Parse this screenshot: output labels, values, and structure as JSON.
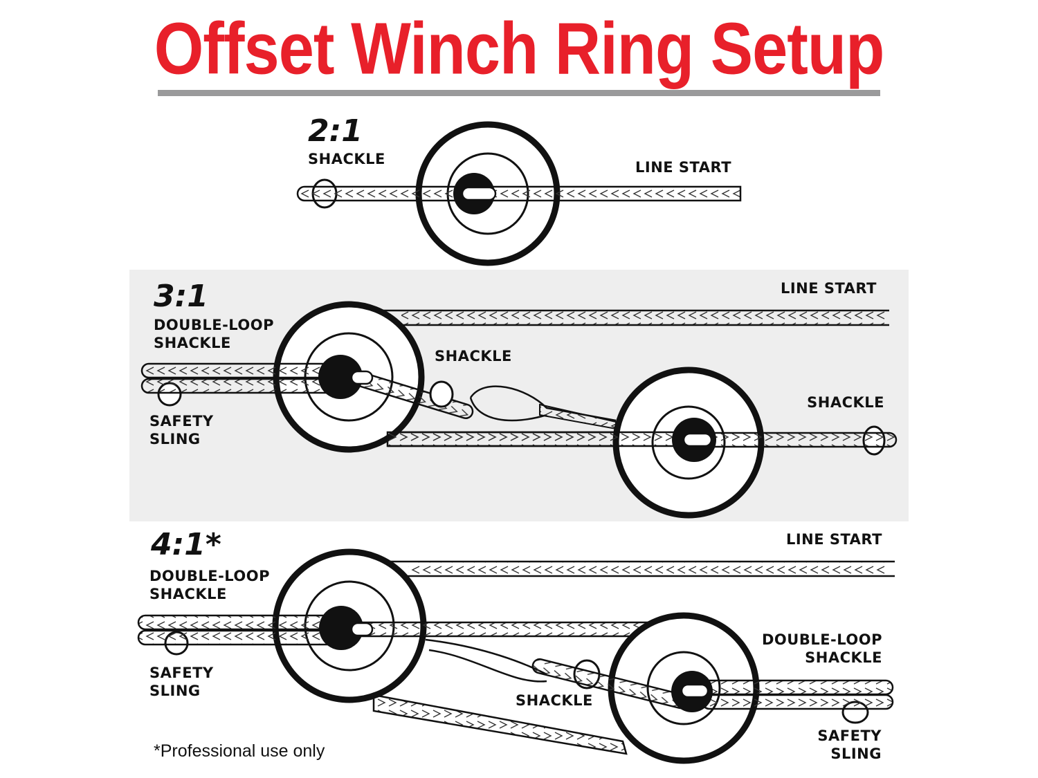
{
  "title": "Offset Winch Ring Setup",
  "colors": {
    "title": "#e8202a",
    "rule": "#9a9a9b",
    "panel": "#eeeeee",
    "ink": "#111111"
  },
  "sections": {
    "s21": {
      "ratio": "2:1",
      "shackle": "SHACKLE",
      "line_start": "LINE START"
    },
    "s31": {
      "ratio": "3:1",
      "line_start": "LINE START",
      "double_loop": "DOUBLE-LOOP\nSHACKLE",
      "shackle_mid": "SHACKLE",
      "shackle_right": "SHACKLE",
      "safety_sling": "SAFETY\nSLING"
    },
    "s41": {
      "ratio": "4:1*",
      "line_start": "LINE START",
      "double_loop_left": "DOUBLE-LOOP\nSHACKLE",
      "double_loop_right": "DOUBLE-LOOP\nSHACKLE",
      "safety_sling_left": "SAFETY\nSLING",
      "shackle": "SHACKLE",
      "safety_sling_right": "SAFETY\nSLING"
    }
  },
  "footnote": "*Professional use only"
}
